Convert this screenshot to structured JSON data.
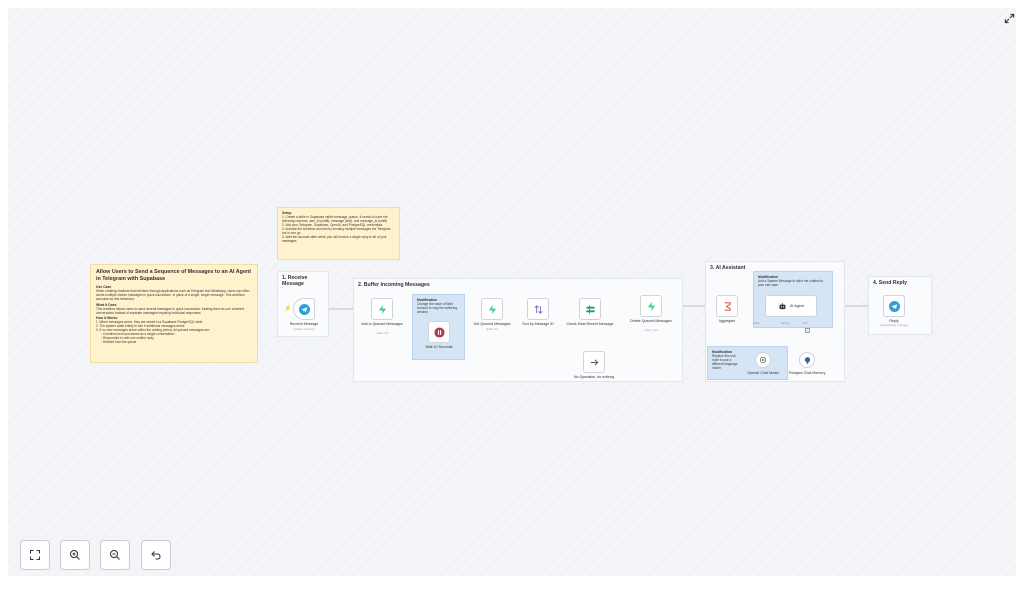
{
  "colors": {
    "telegram": "#2aa1da",
    "supabase": "#3ecf8e",
    "wait": "#b03a48",
    "sort": "#6b6fd1",
    "switch": "#1f9c62",
    "aggregate": "#e55b4d",
    "sticky_yellow": "#fff2cc",
    "sticky_blue": "#d5e5f6"
  },
  "notes": {
    "setup": {
      "title": "Setup",
      "items": [
        "Create a table in Supabase called message_queue. It needs to have the following columns: user_id (uint8), message (text), and message_id (uint8)",
        "Add your Telegram, Supabase, OpenAI, and PostgreSQL credentials",
        "Activate the workflow and test by sending multiple messages the Telegram bot in one go",
        "Wait ten seconds after which you will receive a single reply to all of your messages"
      ]
    },
    "overview": {
      "title": "Allow Users to Send a Sequence of Messages to an AI Agent in Telegram with Supabase",
      "use_case_title": "Use Case",
      "use_case": "When creating chatbots that interface through applications such as Telegram and WhatsApp, users can often sends multiple shorter messages in quick succession, in place of a single, longer message. This workflow accounts for this behaviour.",
      "what_title": "What it Does",
      "what": "This workflow allows users to send several messages in quick succession, treating them as one coherent conversation instead of separate messages requiring individual responses.",
      "how_title": "How it Works",
      "how_items": [
        "When messages arrive, they are stored in a Supabase PostgreSQL table.",
        "The system waits briefly to see if additional messages arrive.",
        "If no new messages arrive within the waiting period, all queued messages are:"
      ],
      "how_sub": [
        "Combined and processed as a single conversation",
        "Responded to with one unified reply",
        "Deleted from the queue"
      ]
    },
    "mod_wait": {
      "title": "Modification",
      "text": "Change the value of Wait Amount to vary the buffering window"
    },
    "mod_agent": {
      "title": "Modification",
      "text": "Add a System Message to tailor the chatbot to your use case"
    },
    "mod_model": {
      "title": "Modification",
      "text": "Replace this sub-node to use a different language model"
    }
  },
  "sections": {
    "receive": "1. Receive Message",
    "buffer": "2. Buffer Incoming Messages",
    "assistant": "3. AI Assistant",
    "reply": "4. Send Reply"
  },
  "nodes": {
    "receive": {
      "label": "Receive Message",
      "sub": "updates: message"
    },
    "add_queue": {
      "label": "Add to Queued Messages",
      "sub": "create: row"
    },
    "wait": {
      "label": "Wait 10 Seconds"
    },
    "get_queue": {
      "label": "Get Queued Messages",
      "sub": "getAll: row"
    },
    "sort": {
      "label": "Sort by Message ID"
    },
    "check": {
      "label": "Check Most Recent Message"
    },
    "no_op": {
      "label": "No Operation, do nothing"
    },
    "delete": {
      "label": "Delete Queued Messages",
      "sub": "delete: row"
    },
    "aggregate": {
      "label": "Aggregate"
    },
    "agent": {
      "label": "AI Agent"
    },
    "openai": {
      "label": "OpenAI Chat Model"
    },
    "memory": {
      "label": "Postgres Chat Memory"
    },
    "reply": {
      "label": "Reply",
      "sub": "sendMessage: message"
    }
  },
  "ports": {
    "model": "Model",
    "memory": "Memory",
    "tool": "Tool"
  }
}
